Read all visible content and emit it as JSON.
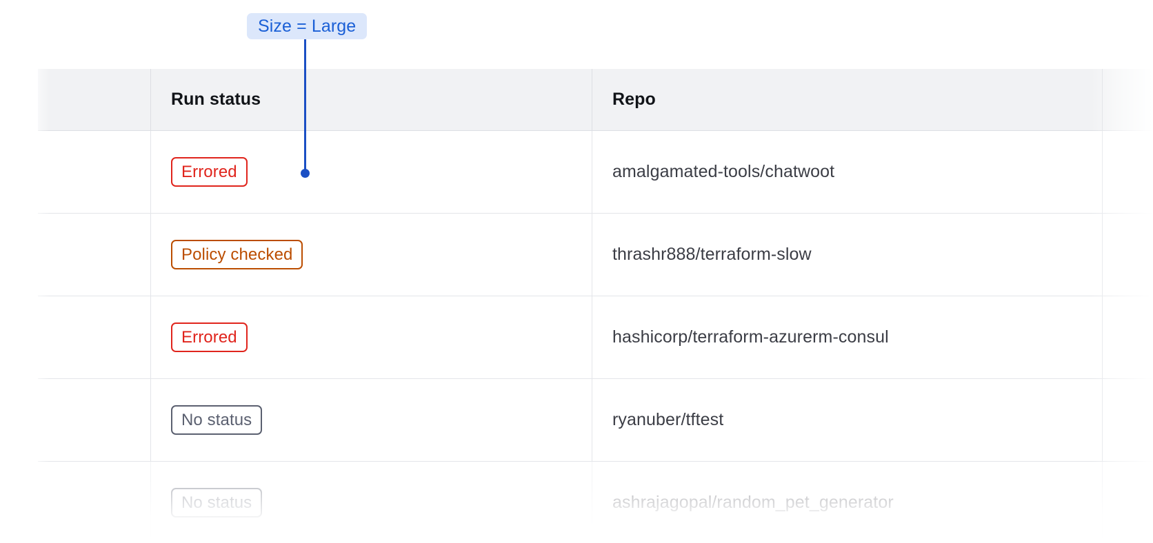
{
  "annotation": {
    "label": "Size = Large",
    "pill_bg": "#dce7fb",
    "pill_text_color": "#1a5fd6",
    "connector_color": "#1b4fc4"
  },
  "table": {
    "columns": [
      {
        "key": "select",
        "label": ""
      },
      {
        "key": "run_status",
        "label": "Run status"
      },
      {
        "key": "repo",
        "label": "Repo"
      },
      {
        "key": "extra",
        "label": ""
      }
    ],
    "header_bg": "#f1f2f4",
    "border_color": "#e3e5e9",
    "rows": [
      {
        "status": "Errored",
        "status_variant": "errored",
        "status_color": "#e0241c",
        "repo": "amalgamated-tools/chatwoot",
        "faded": false
      },
      {
        "status": "Policy checked",
        "status_variant": "policy-checked",
        "status_color": "#bb4d00",
        "repo": "thrashr888/terraform-slow",
        "faded": false
      },
      {
        "status": "Errored",
        "status_variant": "errored",
        "status_color": "#e0241c",
        "repo": "hashicorp/terraform-azurerm-consul",
        "faded": false
      },
      {
        "status": "No status",
        "status_variant": "no-status",
        "status_color": "#5b6070",
        "repo": "ryanuber/tftest",
        "faded": false
      },
      {
        "status": "No status",
        "status_variant": "no-status",
        "status_color": "#5b6070",
        "repo": "ashrajagopal/random_pet_generator",
        "faded": true
      }
    ]
  }
}
